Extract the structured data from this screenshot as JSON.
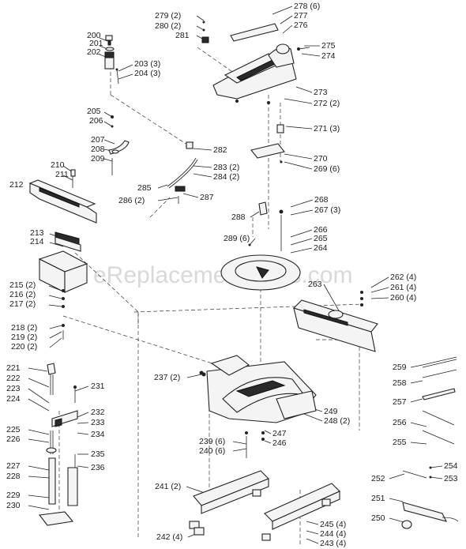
{
  "watermark": "eReplacementParts.com",
  "labels": [
    {
      "id": "l200",
      "text": "200"
    },
    {
      "id": "l201",
      "text": "201"
    },
    {
      "id": "l202",
      "text": "202"
    },
    {
      "id": "l203",
      "text": "203 (3)"
    },
    {
      "id": "l204",
      "text": "204 (3)"
    },
    {
      "id": "l205",
      "text": "205"
    },
    {
      "id": "l206",
      "text": "206"
    },
    {
      "id": "l207",
      "text": "207"
    },
    {
      "id": "l208",
      "text": "208"
    },
    {
      "id": "l209",
      "text": "209"
    },
    {
      "id": "l210",
      "text": "210"
    },
    {
      "id": "l211",
      "text": "211"
    },
    {
      "id": "l212",
      "text": "212"
    },
    {
      "id": "l213",
      "text": "213"
    },
    {
      "id": "l214",
      "text": "214"
    },
    {
      "id": "l215",
      "text": "215 (2)"
    },
    {
      "id": "l216",
      "text": "216 (2)"
    },
    {
      "id": "l217",
      "text": "217 (2)"
    },
    {
      "id": "l218",
      "text": "218 (2)"
    },
    {
      "id": "l219",
      "text": "219 (2)"
    },
    {
      "id": "l220",
      "text": "220 (2)"
    },
    {
      "id": "l221",
      "text": "221"
    },
    {
      "id": "l222",
      "text": "222"
    },
    {
      "id": "l223",
      "text": "223"
    },
    {
      "id": "l224",
      "text": "224"
    },
    {
      "id": "l225",
      "text": "225"
    },
    {
      "id": "l226",
      "text": "226"
    },
    {
      "id": "l227",
      "text": "227"
    },
    {
      "id": "l228",
      "text": "228"
    },
    {
      "id": "l229",
      "text": "229"
    },
    {
      "id": "l230",
      "text": "230"
    },
    {
      "id": "l231",
      "text": "231"
    },
    {
      "id": "l232",
      "text": "232"
    },
    {
      "id": "l233",
      "text": "233"
    },
    {
      "id": "l234",
      "text": "234"
    },
    {
      "id": "l235",
      "text": "235"
    },
    {
      "id": "l236",
      "text": "236"
    },
    {
      "id": "l237",
      "text": "237 (2)"
    },
    {
      "id": "l239",
      "text": "239 (6)"
    },
    {
      "id": "l240",
      "text": "240 (6)"
    },
    {
      "id": "l241",
      "text": "241 (2)"
    },
    {
      "id": "l242",
      "text": "242 (4)"
    },
    {
      "id": "l243",
      "text": "243 (4)"
    },
    {
      "id": "l244",
      "text": "244 (4)"
    },
    {
      "id": "l245",
      "text": "245 (4)"
    },
    {
      "id": "l246",
      "text": "246"
    },
    {
      "id": "l247",
      "text": "247"
    },
    {
      "id": "l248",
      "text": "248 (2)"
    },
    {
      "id": "l249",
      "text": "249"
    },
    {
      "id": "l250",
      "text": "250"
    },
    {
      "id": "l251",
      "text": "251"
    },
    {
      "id": "l252",
      "text": "252"
    },
    {
      "id": "l253",
      "text": "253"
    },
    {
      "id": "l254",
      "text": "254"
    },
    {
      "id": "l255",
      "text": "255"
    },
    {
      "id": "l256",
      "text": "256"
    },
    {
      "id": "l257",
      "text": "257"
    },
    {
      "id": "l258",
      "text": "258"
    },
    {
      "id": "l259",
      "text": "259"
    },
    {
      "id": "l260",
      "text": "260 (4)"
    },
    {
      "id": "l261",
      "text": "261 (4)"
    },
    {
      "id": "l262",
      "text": "262 (4)"
    },
    {
      "id": "l263",
      "text": "263"
    },
    {
      "id": "l264",
      "text": "264"
    },
    {
      "id": "l265",
      "text": "265"
    },
    {
      "id": "l266",
      "text": "266"
    },
    {
      "id": "l267",
      "text": "267 (3)"
    },
    {
      "id": "l268",
      "text": "268"
    },
    {
      "id": "l269",
      "text": "269 (6)"
    },
    {
      "id": "l270",
      "text": "270"
    },
    {
      "id": "l271",
      "text": "271 (3)"
    },
    {
      "id": "l272",
      "text": "272 (2)"
    },
    {
      "id": "l273",
      "text": "273"
    },
    {
      "id": "l274",
      "text": "274"
    },
    {
      "id": "l275",
      "text": "275"
    },
    {
      "id": "l276",
      "text": "276"
    },
    {
      "id": "l277",
      "text": "277"
    },
    {
      "id": "l278",
      "text": "278 (6)"
    },
    {
      "id": "l279",
      "text": "279 (2)"
    },
    {
      "id": "l280",
      "text": "280 (2)"
    },
    {
      "id": "l281",
      "text": "281"
    },
    {
      "id": "l282",
      "text": "282"
    },
    {
      "id": "l283",
      "text": "283 (2)"
    },
    {
      "id": "l284",
      "text": "284 (2)"
    },
    {
      "id": "l285",
      "text": "285"
    },
    {
      "id": "l286",
      "text": "286 (2)"
    },
    {
      "id": "l287",
      "text": "287"
    },
    {
      "id": "l288",
      "text": "288"
    },
    {
      "id": "l289",
      "text": "289 (6)"
    }
  ]
}
